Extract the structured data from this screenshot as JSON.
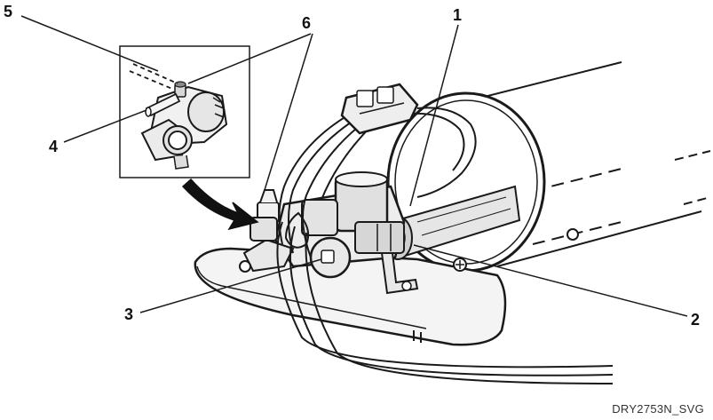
{
  "callouts": {
    "c1": "1",
    "c2": "2",
    "c3": "3",
    "c4": "4",
    "c5": "5",
    "c6": "6"
  },
  "figure_code": "DRY2753N_SVG",
  "colors": {
    "line": "#1a1a1a",
    "fill_light": "#f2f2f2",
    "fill_mid": "#d9d9d9",
    "fill_dark": "#8a8a8a",
    "background": "#ffffff"
  }
}
